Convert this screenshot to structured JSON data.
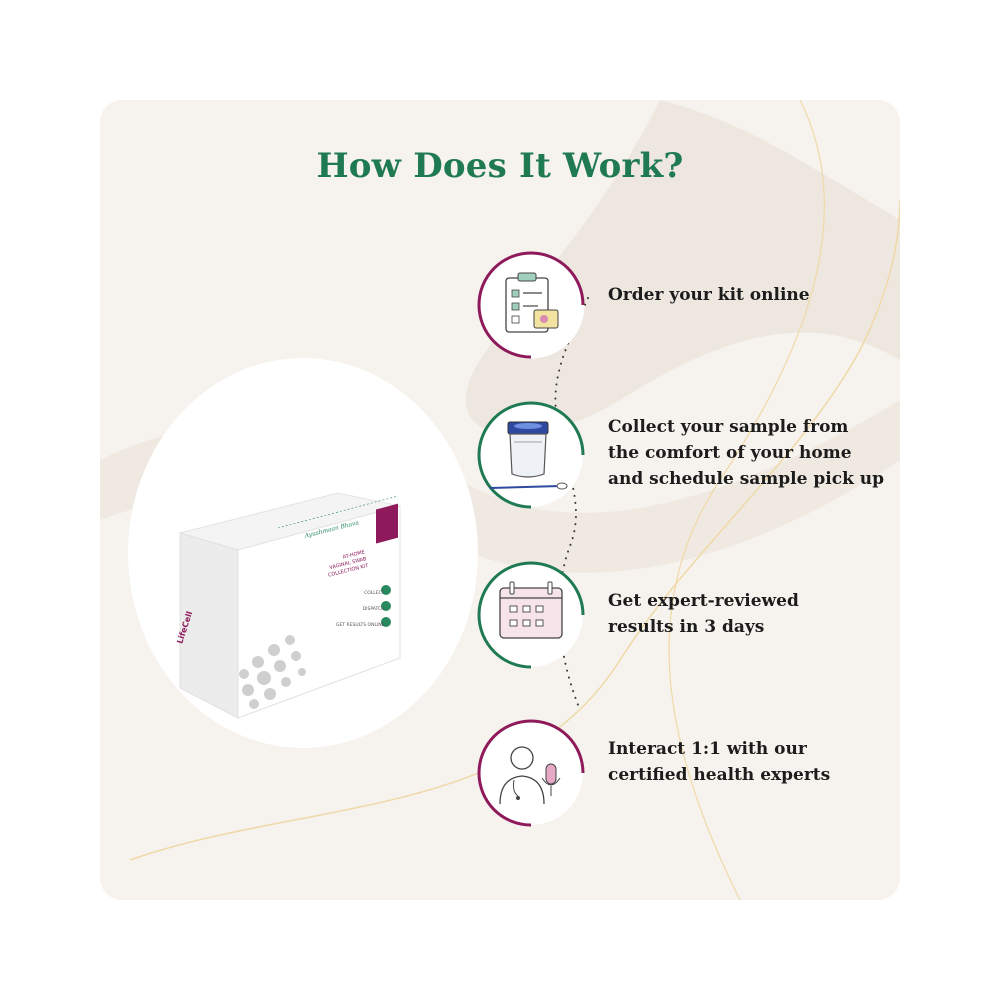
{
  "title": "How Does It Work?",
  "colors": {
    "accent_green": "#1f7a52",
    "accent_magenta": "#8e1a5b",
    "card_bg": "#f6f2ed"
  },
  "steps": [
    {
      "icon": "clipboard-checklist-icon",
      "lines": [
        "Order your kit online"
      ]
    },
    {
      "icon": "sample-container-swab-icon",
      "lines": [
        "Collect your sample from",
        "the comfort of your home",
        "and schedule sample pick up"
      ]
    },
    {
      "icon": "calendar-icon",
      "lines": [
        "Get expert-reviewed",
        "results in 3 days"
      ]
    },
    {
      "icon": "doctor-microphone-icon",
      "lines": [
        "Interact 1:1 with our",
        "certified health experts"
      ]
    }
  ],
  "product": {
    "brand": "LifeCell",
    "signature": "Ayushmaan Bhava",
    "box_title_lines": [
      "AT-HOME",
      "VAGINAL SWAB",
      "COLLECTION KIT"
    ],
    "box_steps": [
      "COLLECT",
      "DISPATCH",
      "GET RESULTS ONLINE"
    ]
  }
}
